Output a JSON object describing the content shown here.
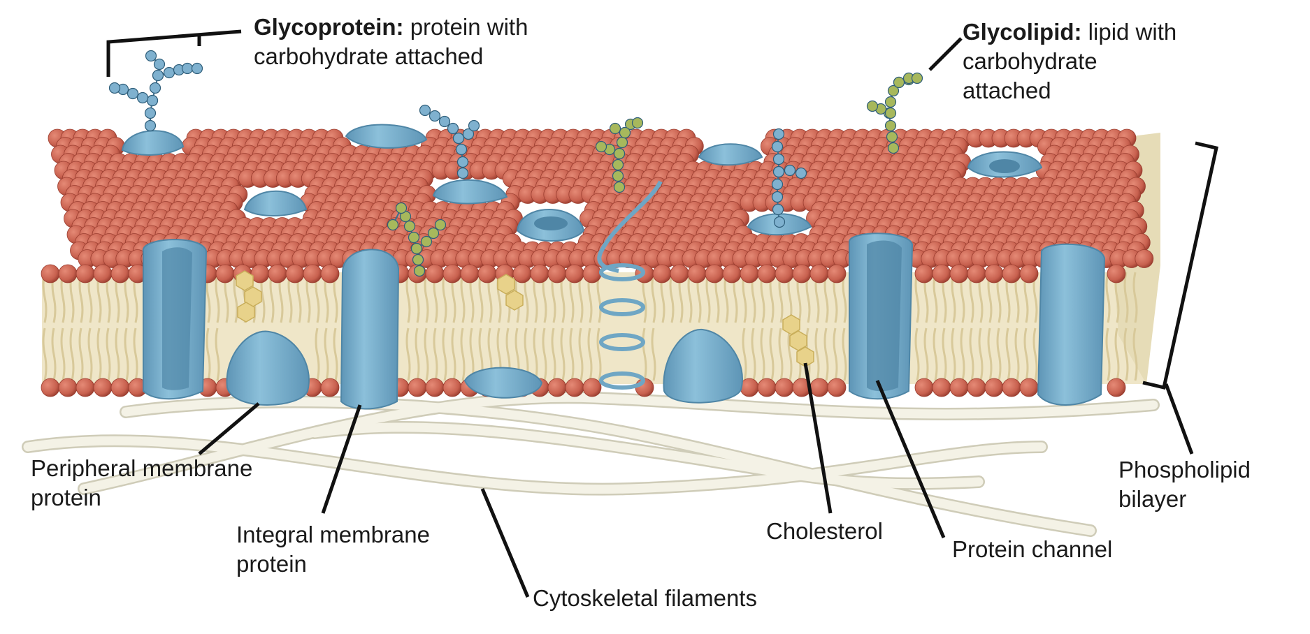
{
  "labels": {
    "glycoprotein": {
      "term": "Glycoprotein:",
      "line1_rest": " protein with",
      "line2": "carbohydrate attached"
    },
    "glycolipid": {
      "term": "Glycolipid:",
      "line1_rest": " lipid with",
      "line2": "carbohydrate",
      "line3": "attached"
    },
    "peripheral": {
      "line1": "Peripheral membrane",
      "line2": "protein"
    },
    "integral": {
      "line1": "Integral membrane",
      "line2": "protein"
    },
    "cytoskeletal": {
      "line1": "Cytoskeletal filaments"
    },
    "cholesterol": {
      "line1": "Cholesterol"
    },
    "protein_channel": {
      "line1": "Protein channel"
    },
    "phospholipid": {
      "line1": "Phospholipid",
      "line2": "bilayer"
    }
  },
  "colors": {
    "lipid_head": "#c8614f",
    "lipid_head_shadow": "#9b3e30",
    "lipid_tail": "#d8c99a",
    "protein": "#78aecb",
    "protein_dark": "#4f86a6",
    "glycoprotein_sugar": "#7fb1cf",
    "glycolipid_sugar": "#a7b85c",
    "cholesterol": "#e8d28a",
    "filament": "#f1efe2",
    "leader": "#111111"
  }
}
